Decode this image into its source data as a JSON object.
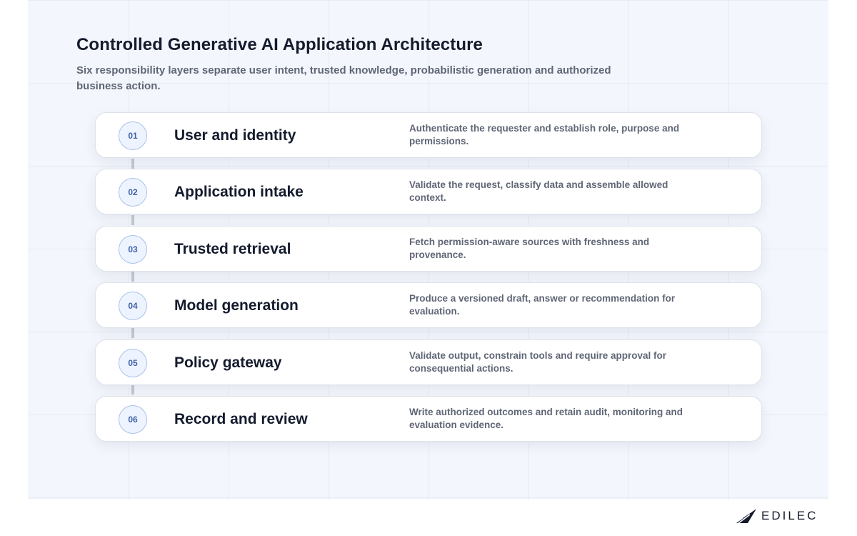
{
  "header": {
    "title": "Controlled Generative AI Application Architecture",
    "subtitle": "Six responsibility layers separate user intent, trusted knowledge, probabilistic generation and authorized business action."
  },
  "layers": [
    {
      "number": "01",
      "name": "User and identity",
      "description": "Authenticate the requester and establish role, purpose and permissions."
    },
    {
      "number": "02",
      "name": "Application intake",
      "description": "Validate the request, classify data and assemble allowed context."
    },
    {
      "number": "03",
      "name": "Trusted retrieval",
      "description": "Fetch permission-aware sources with freshness and provenance."
    },
    {
      "number": "04",
      "name": "Model generation",
      "description": "Produce a versioned draft, answer or recommendation for evaluation."
    },
    {
      "number": "05",
      "name": "Policy gateway",
      "description": "Validate output, constrain tools and require approval for consequential actions."
    },
    {
      "number": "06",
      "name": "Record and review",
      "description": "Write authorized outcomes and retain audit, monitoring and evaluation evidence."
    }
  ],
  "brand": {
    "name": "EDILEC",
    "icon": "edilec-logo-icon"
  },
  "colors": {
    "accent": "#3d62a8",
    "title": "#141b2d",
    "muted": "#5f6675",
    "badge_bg": "#eef4ff",
    "badge_border": "#a9c1ea"
  }
}
